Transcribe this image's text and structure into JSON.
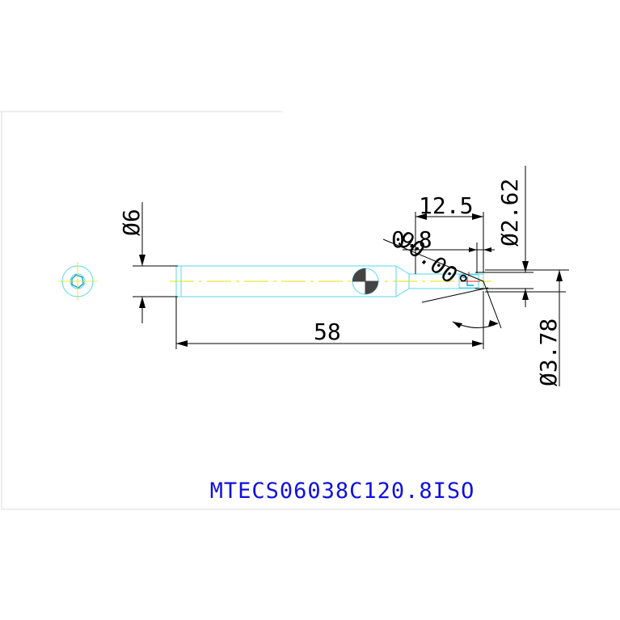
{
  "drawing": {
    "dimensions": {
      "diameter_shank": "Ø6",
      "overall_length": "58",
      "length_12_5": "12.5",
      "length_0_8": "0.8",
      "angle": "90.00°",
      "diameter_2_62": "Ø2.62",
      "diameter_3_78": "Ø3.78"
    },
    "part_number": "MTECS06038C120.8ISO",
    "colors": {
      "outline": "#5ad8e8",
      "dimension": "#000000",
      "centerline": "#e8e000",
      "detail_red": "#e02020",
      "title": "#1010e0"
    }
  }
}
